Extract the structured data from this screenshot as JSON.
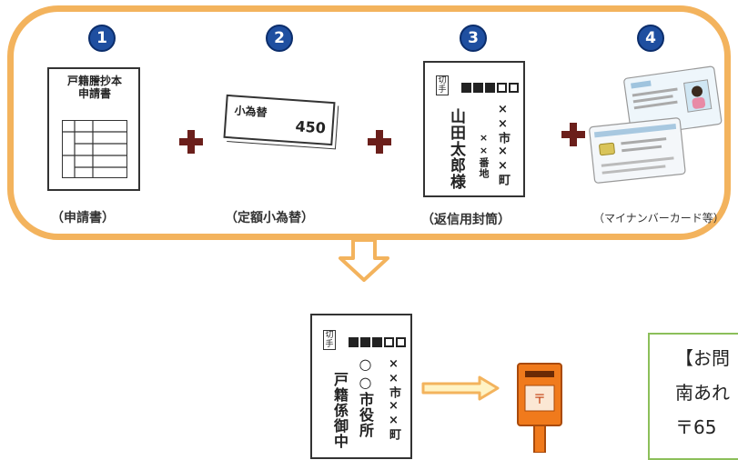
{
  "steps": [
    {
      "number": "1",
      "caption": "（申請書）"
    },
    {
      "number": "2",
      "caption": "（定額小為替）"
    },
    {
      "number": "3",
      "caption": "（返信用封筒）"
    },
    {
      "number": "4",
      "caption": "（マイナンバーカード等）"
    }
  ],
  "form": {
    "title": "戸籍謄抄本\n申請書"
  },
  "postal_order": {
    "label": "小為替",
    "amount": "450"
  },
  "return_envelope": {
    "stamp": "切手",
    "address": "××市××町",
    "house": "××番地",
    "name": "山田太郎様"
  },
  "send_envelope": {
    "stamp": "切手",
    "address": "××市××町",
    "recipient": "○○市役所",
    "dept": "戸籍係御中"
  },
  "contact": {
    "line1": "【お問",
    "line2": "南あれ",
    "line3": "〒65"
  },
  "colors": {
    "frame": "#f3b35d",
    "badge": "#1f4fa0",
    "plus": "#6b1f1b",
    "mailbox": "#f07a1c",
    "info_border": "#8cbf5a"
  }
}
